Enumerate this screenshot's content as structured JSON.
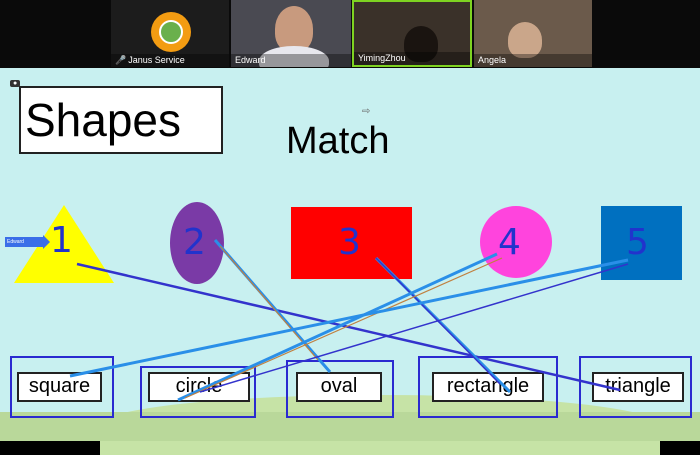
{
  "participants": [
    {
      "name": "Janus Service",
      "muted": true
    },
    {
      "name": "Edward",
      "muted": false
    },
    {
      "name": "YimingZhou",
      "muted": false
    },
    {
      "name": "Angela",
      "muted": false
    }
  ],
  "slide": {
    "title": "Shapes",
    "subtitle": "Match",
    "pointer_tag": "Edward",
    "shapes": [
      {
        "number": "1",
        "shape": "triangle",
        "color": "#ffff00"
      },
      {
        "number": "2",
        "shape": "oval",
        "color": "#7a3aa6"
      },
      {
        "number": "3",
        "shape": "rectangle",
        "color": "#ff0000"
      },
      {
        "number": "4",
        "shape": "circle",
        "color": "#ff44dd"
      },
      {
        "number": "5",
        "shape": "square",
        "color": "#0070c0"
      }
    ],
    "words": [
      "square",
      "circle",
      "oval",
      "rectangle",
      "triangle"
    ]
  },
  "colors": {
    "speaking_border": "#7ed321",
    "annotation_line": "#2a8fe8",
    "annotation_dark": "#3333cc"
  }
}
